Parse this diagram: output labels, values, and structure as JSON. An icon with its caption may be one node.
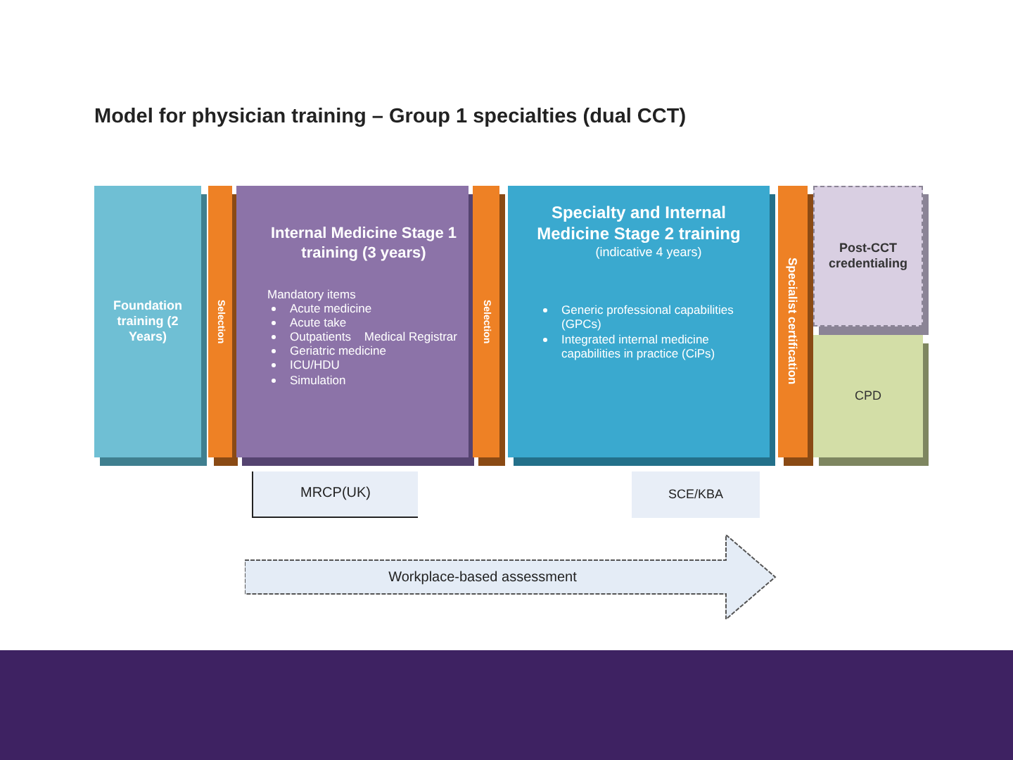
{
  "diagram": {
    "title": "Model for physician training – Group 1 specialties (dual CCT)",
    "nodes": [
      {
        "text": [
          "Foundation training (2 Years)"
        ]
      },
      {
        "text": [
          "Selection"
        ]
      },
      {
        "text": [
          "Internal Medicine Stage 1 training (3 years)",
          "Mandatory items",
          "Acute medicine",
          "Acute take",
          "Outpatients",
          "Geriatric medicine",
          "ICU/HDU",
          "Simulation",
          "Medical Registrar"
        ]
      },
      {
        "text": [
          "Selection"
        ]
      },
      {
        "text": [
          "Specialty and Internal Medicine Stage 2 training",
          "(indicative 4 years)",
          "Generic professional capabilities (GPCs)",
          "Integrated internal medicine capabilities in practice (CiPs)"
        ]
      },
      {
        "text": [
          "Specialist certification"
        ]
      },
      {
        "text": [
          "Post-CCT credentialing"
        ]
      },
      {
        "text": [
          "CPD"
        ]
      },
      {
        "text": [
          "MRCP(UK)"
        ]
      },
      {
        "text": [
          "SCE/KBA"
        ]
      },
      {
        "text": [
          "Workplace-based assessment"
        ]
      }
    ],
    "edges": []
  }
}
